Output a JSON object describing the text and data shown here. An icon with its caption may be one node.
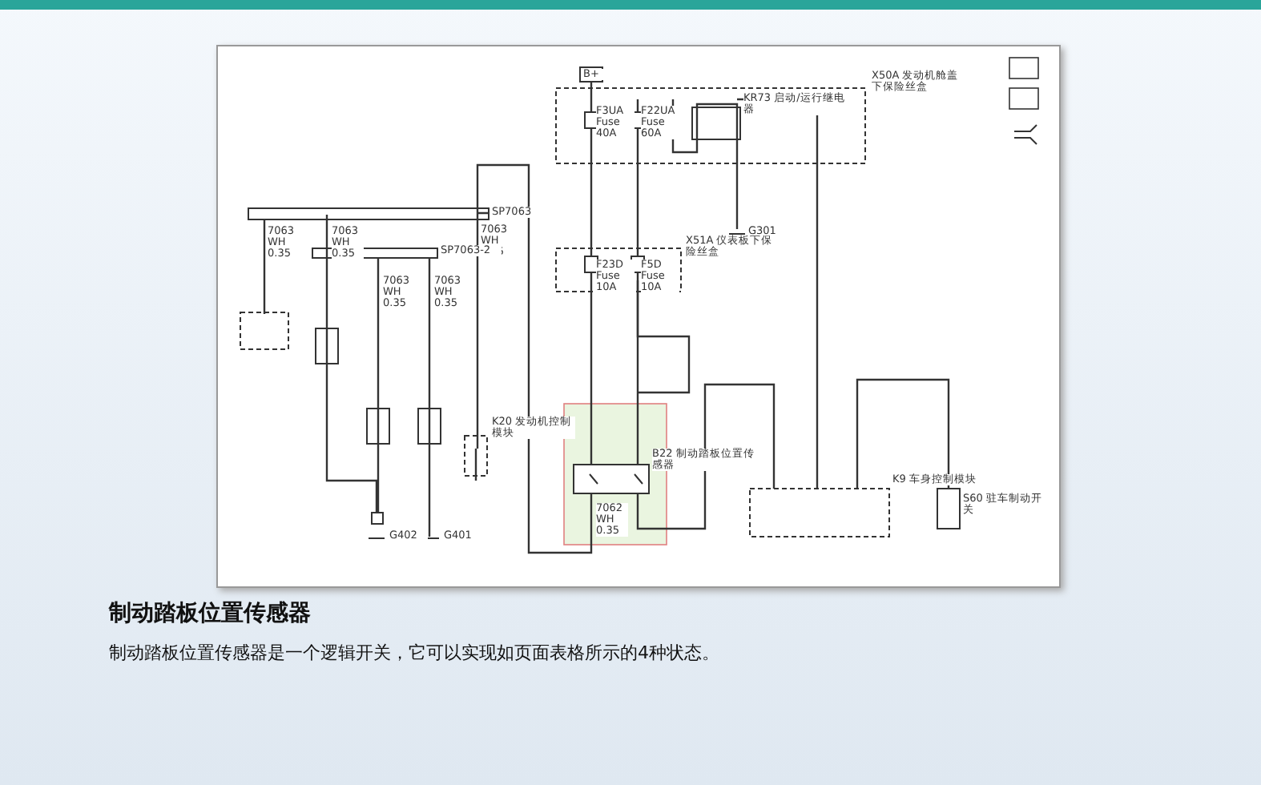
{
  "diagram": {
    "title": "制动踏板位置传感器",
    "caption": "制动踏板位置传感器是一个逻辑开关，它可以实现如页面表格所示的4种状态。",
    "labels": [
      "B+",
      "X50A 发动机舱盖下保险丝盒",
      "F3UA Fuse 40A",
      "F22UA Fuse 60A",
      "KR73 启动/运行继电器",
      "SP7063",
      "7063 WH 0.35",
      "G301",
      "X51A 仪表板下保险丝盒",
      "F23D Fuse 10A",
      "F5D Fuse 10A",
      "SP7063-2",
      "7063 WH 0.35",
      "7063 WH 0.35",
      "7063 WH 0.35",
      "7063 WH 0.35",
      "K20 发动机控制模块",
      "B22 制动踏板位置传感器",
      "K9 车身控制模块",
      "S60 驻车制动开关",
      "7062 WH 0.35",
      "G402",
      "G401"
    ]
  }
}
